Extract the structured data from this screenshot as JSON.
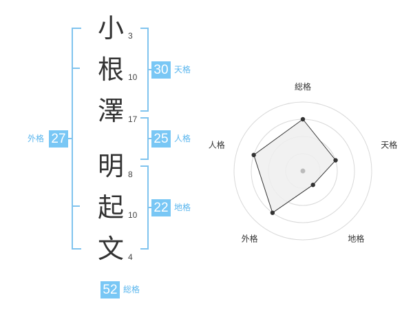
{
  "name": {
    "characters": [
      {
        "char": "小",
        "strokes": "3"
      },
      {
        "char": "根",
        "strokes": "10"
      },
      {
        "char": "澤",
        "strokes": "17"
      },
      {
        "char": "明",
        "strokes": "8"
      },
      {
        "char": "起",
        "strokes": "10"
      },
      {
        "char": "文",
        "strokes": "4"
      }
    ]
  },
  "fortunes": {
    "tenkaku": {
      "label": "天格",
      "value": "30"
    },
    "jinkaku": {
      "label": "人格",
      "value": "25"
    },
    "chikaku": {
      "label": "地格",
      "value": "22"
    },
    "gaikaku": {
      "label": "外格",
      "value": "27"
    },
    "soukaku": {
      "label": "総格",
      "value": "52"
    }
  },
  "chart_data": {
    "type": "radar",
    "axes": [
      "総格",
      "天格",
      "地格",
      "外格",
      "人格"
    ],
    "rings": 4,
    "max": 4,
    "values": [
      3,
      2,
      1,
      3,
      3
    ],
    "colors": {
      "fill": "#efefef",
      "line": "#333333",
      "grid": "#d8d8d8",
      "point": "#333333",
      "center": "#bbbbbb"
    }
  },
  "colors": {
    "accent": "#79c7f5",
    "bracket": "#7fc3ee",
    "label": "#5ab6ee"
  }
}
